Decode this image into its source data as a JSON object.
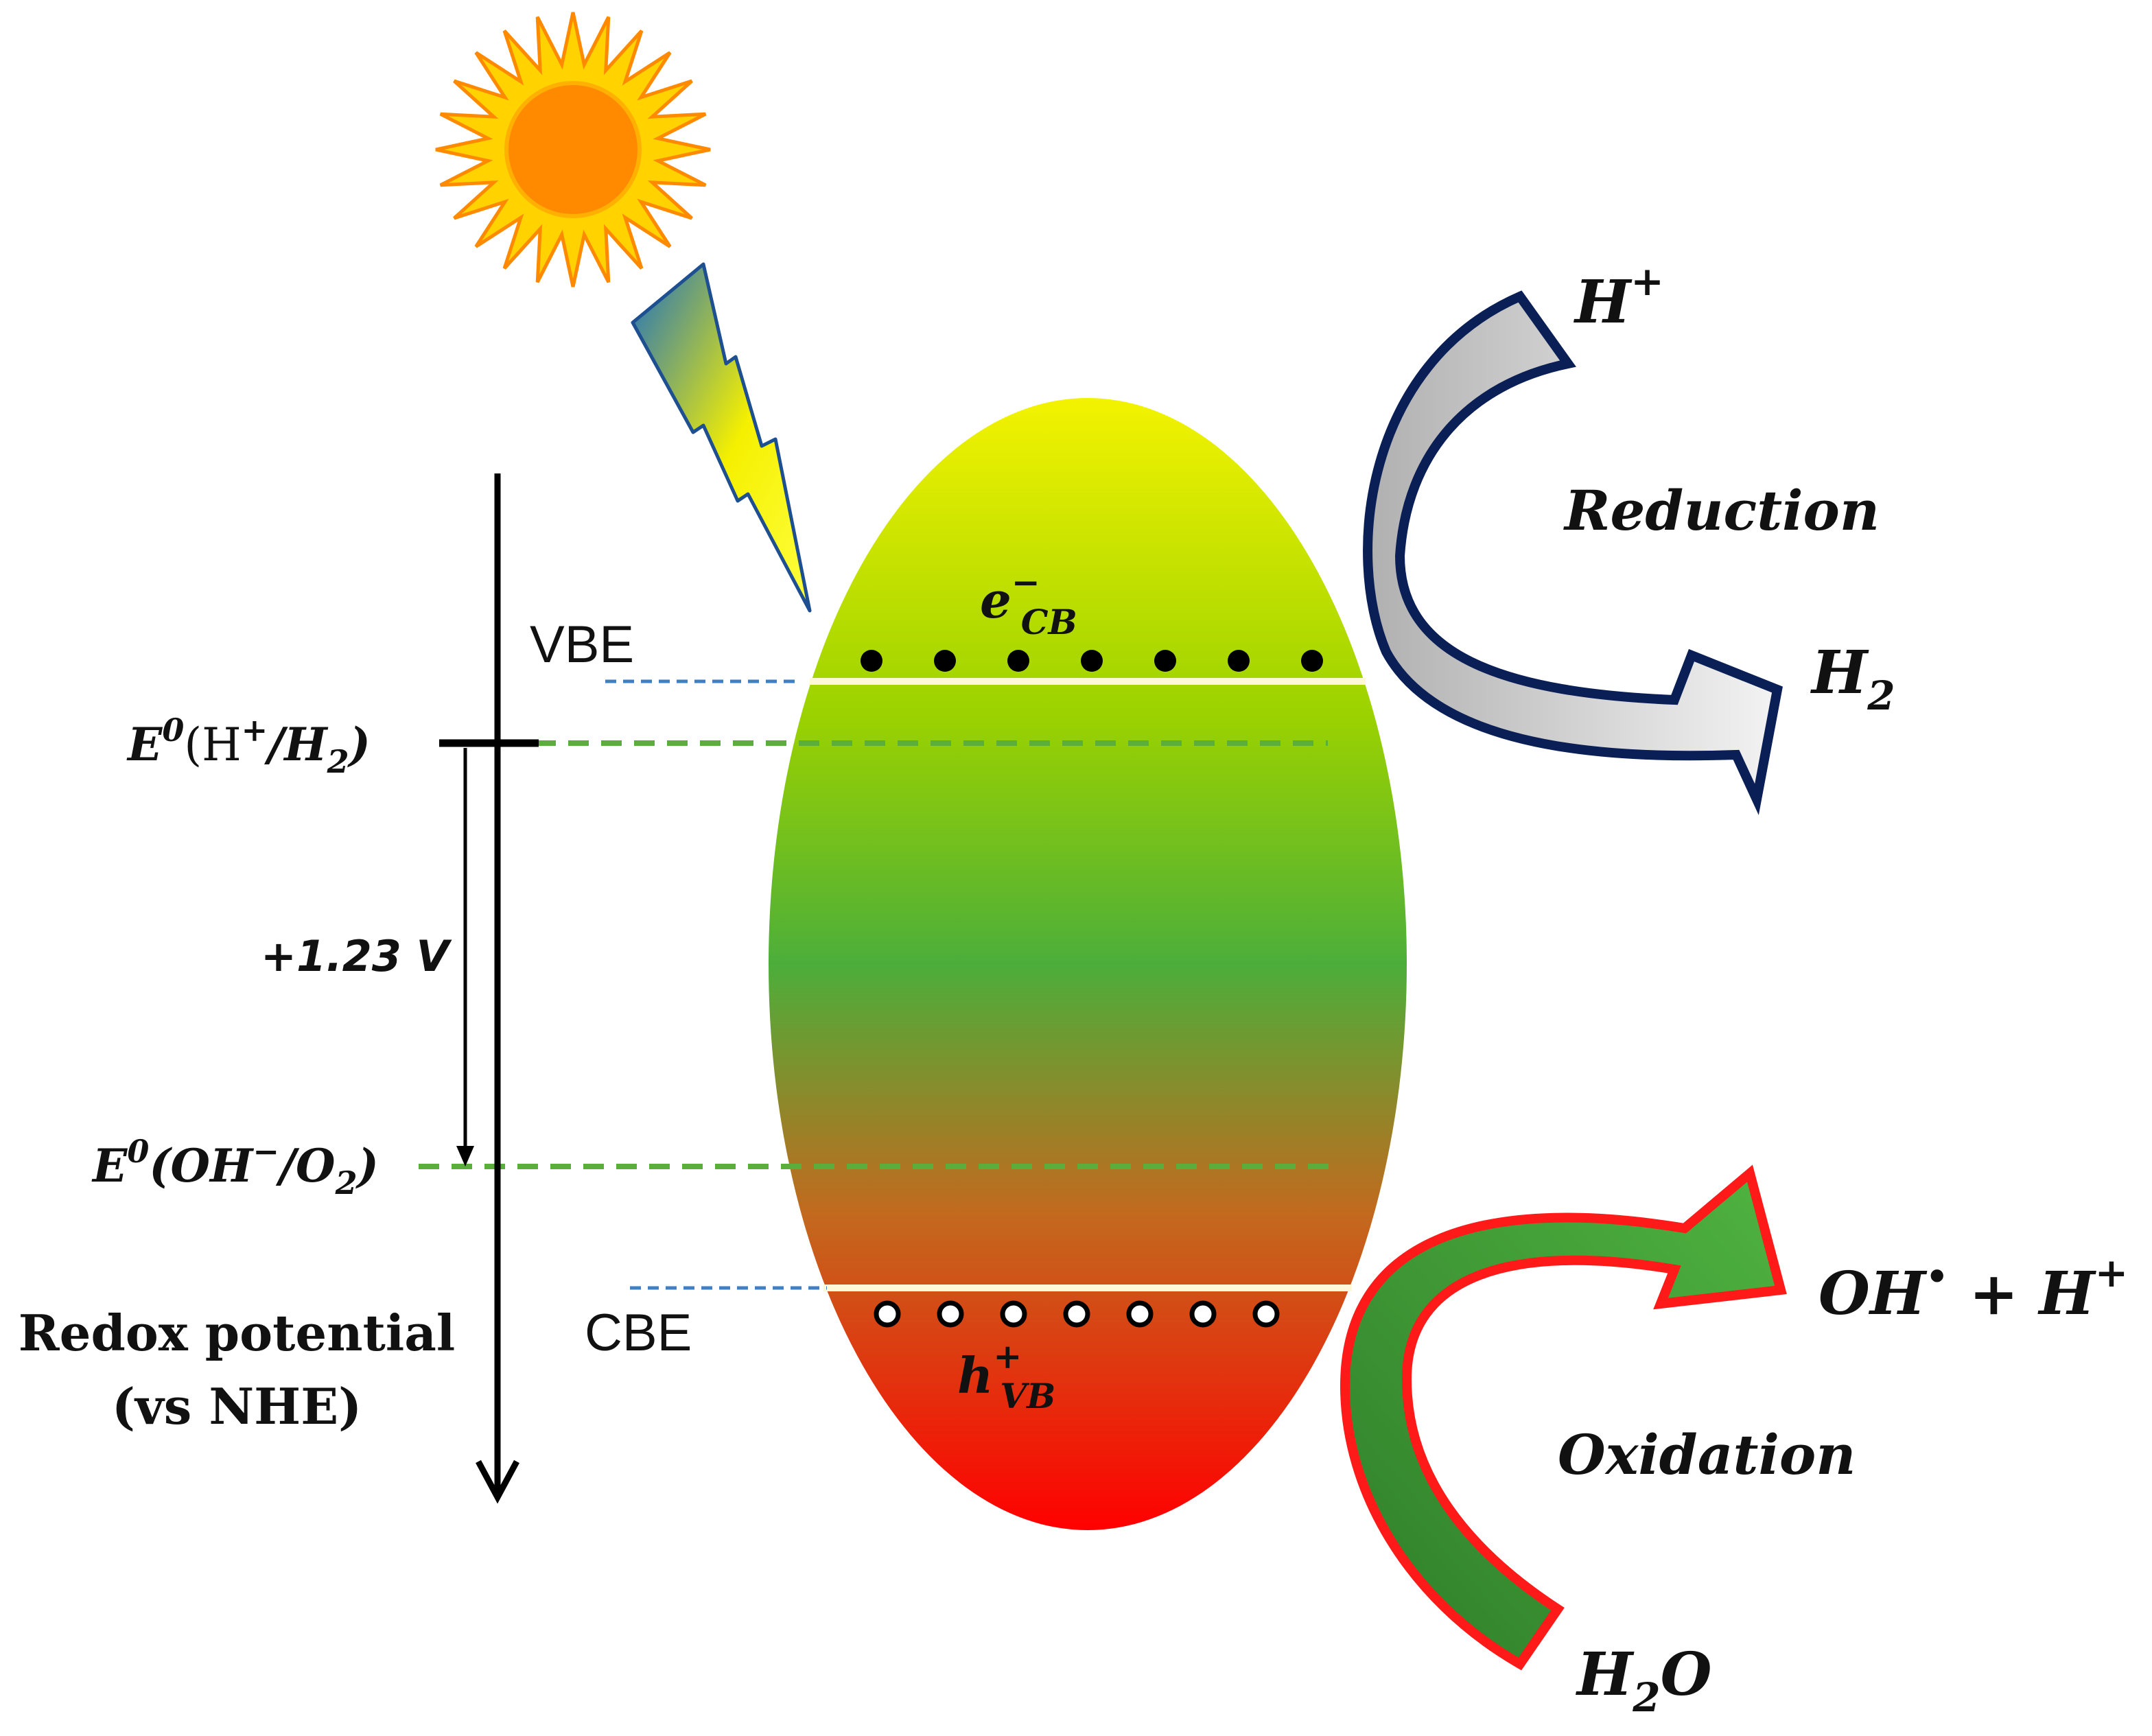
{
  "labels": {
    "vbe": "VBE",
    "cbe": "CBE",
    "electron": {
      "base": "e",
      "sup": "−",
      "sub": "CB"
    },
    "hole": {
      "base": "h",
      "sup": "+",
      "sub": "VB"
    },
    "potential_h": {
      "E": "E",
      "zero": "0",
      "open": "(H",
      "plus": "+",
      "slash": "/H",
      "two": "2",
      "close": ")"
    },
    "potential_oh": {
      "E": "E",
      "zero": "0",
      "open": "(OH",
      "minus": "−",
      "slash": "/O",
      "two": "2",
      "close": ")"
    },
    "voltage": "+1.23 V",
    "axis_title_line1": "Redox potential",
    "axis_title_line2": "(vs NHE)",
    "h_plus": {
      "base": "H",
      "sup": "+"
    },
    "h2": {
      "base": "H",
      "sub": "2"
    },
    "reduction": "Reduction",
    "oxidation": "Oxidation",
    "oh_product": {
      "oh": "OH",
      "dot": "•",
      "plus": " + H",
      "sup": "+"
    },
    "h2o": {
      "h": "H",
      "sub": "2",
      "o": "O"
    }
  },
  "colors": {
    "sun_core": "#ff8a00",
    "sun_rays": "#ffd200",
    "grad_top": "#f3f300",
    "grad_upper": "#9bd200",
    "grad_mid": "#4cae3a",
    "grad_lower": "#c26a1e",
    "grad_bottom": "#ff0000",
    "reduction_arrow_fill": "#c8c8c8",
    "reduction_arrow_stroke": "#0b1f57",
    "oxidation_arrow_fill": "#3f9a37",
    "oxidation_arrow_stroke": "#ff1a1a",
    "dashed_green": "#5cae3c",
    "dashed_blue": "#3f7fc4"
  },
  "electron_count": 7,
  "hole_count": 7
}
